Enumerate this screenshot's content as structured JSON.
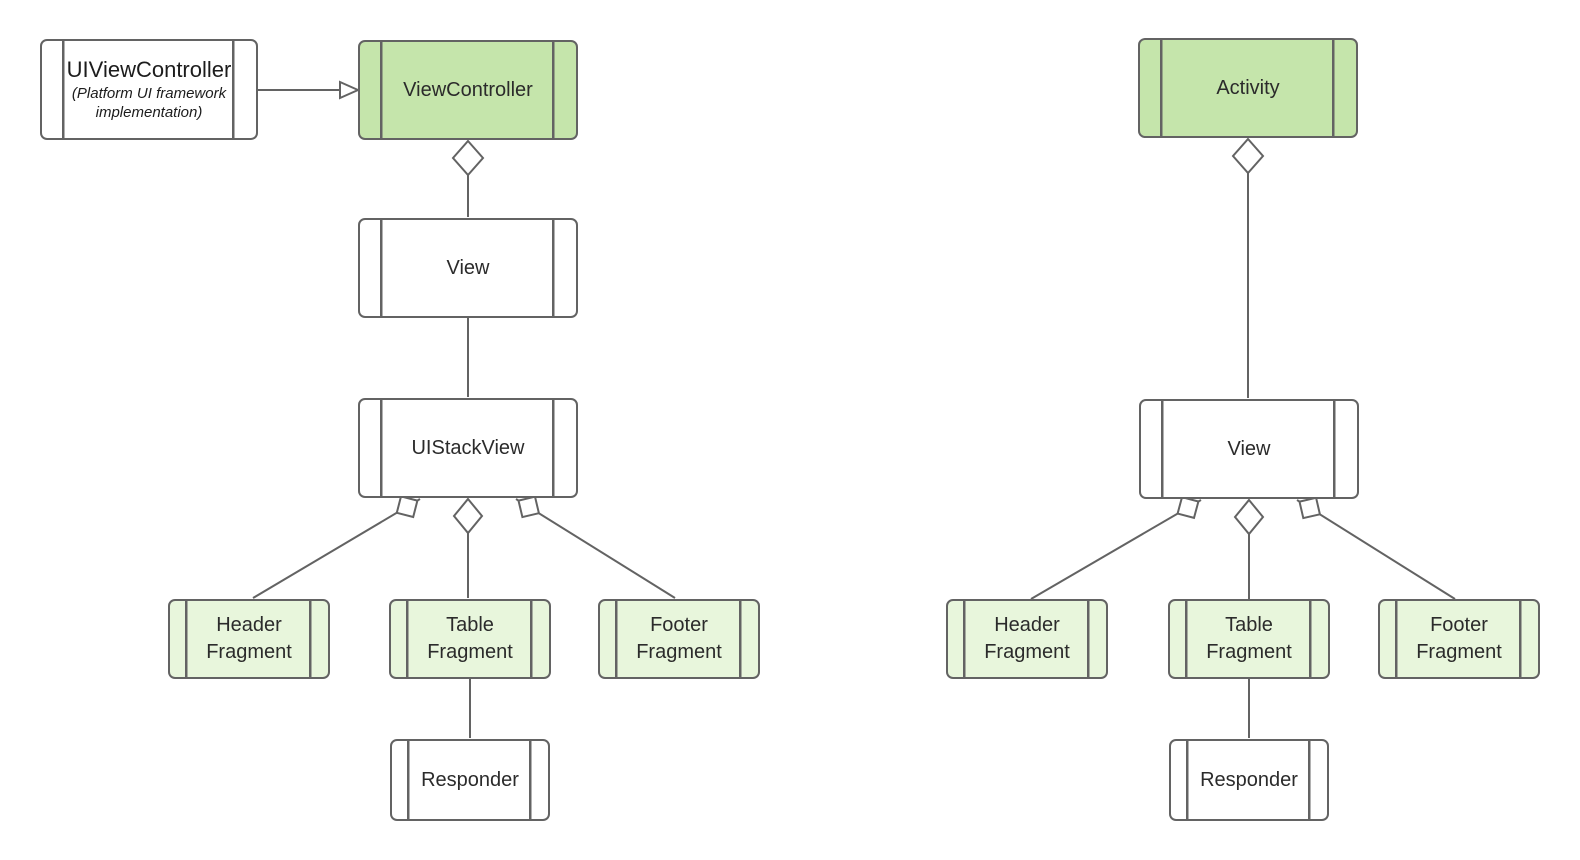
{
  "diagram": {
    "colors": {
      "node_border": "#636363",
      "connector": "#636363",
      "green_fill": "#c5e5ab",
      "light_green_fill": "#e8f6dc",
      "white_fill": "#ffffff",
      "text": "#2b2b2b"
    },
    "left": {
      "uiviewcontroller": {
        "title": "UIViewController",
        "subtitle": "(Platform UI framework implementation)"
      },
      "viewcontroller": "ViewController",
      "view": "View",
      "uistackview": "UIStackView",
      "header_fragment": "Header Fragment",
      "table_fragment": "Table Fragment",
      "footer_fragment": "Footer Fragment",
      "responder": "Responder"
    },
    "right": {
      "activity": "Activity",
      "view": "View",
      "header_fragment": "Header Fragment",
      "table_fragment": "Table Fragment",
      "footer_fragment": "Footer Fragment",
      "responder": "Responder"
    }
  }
}
